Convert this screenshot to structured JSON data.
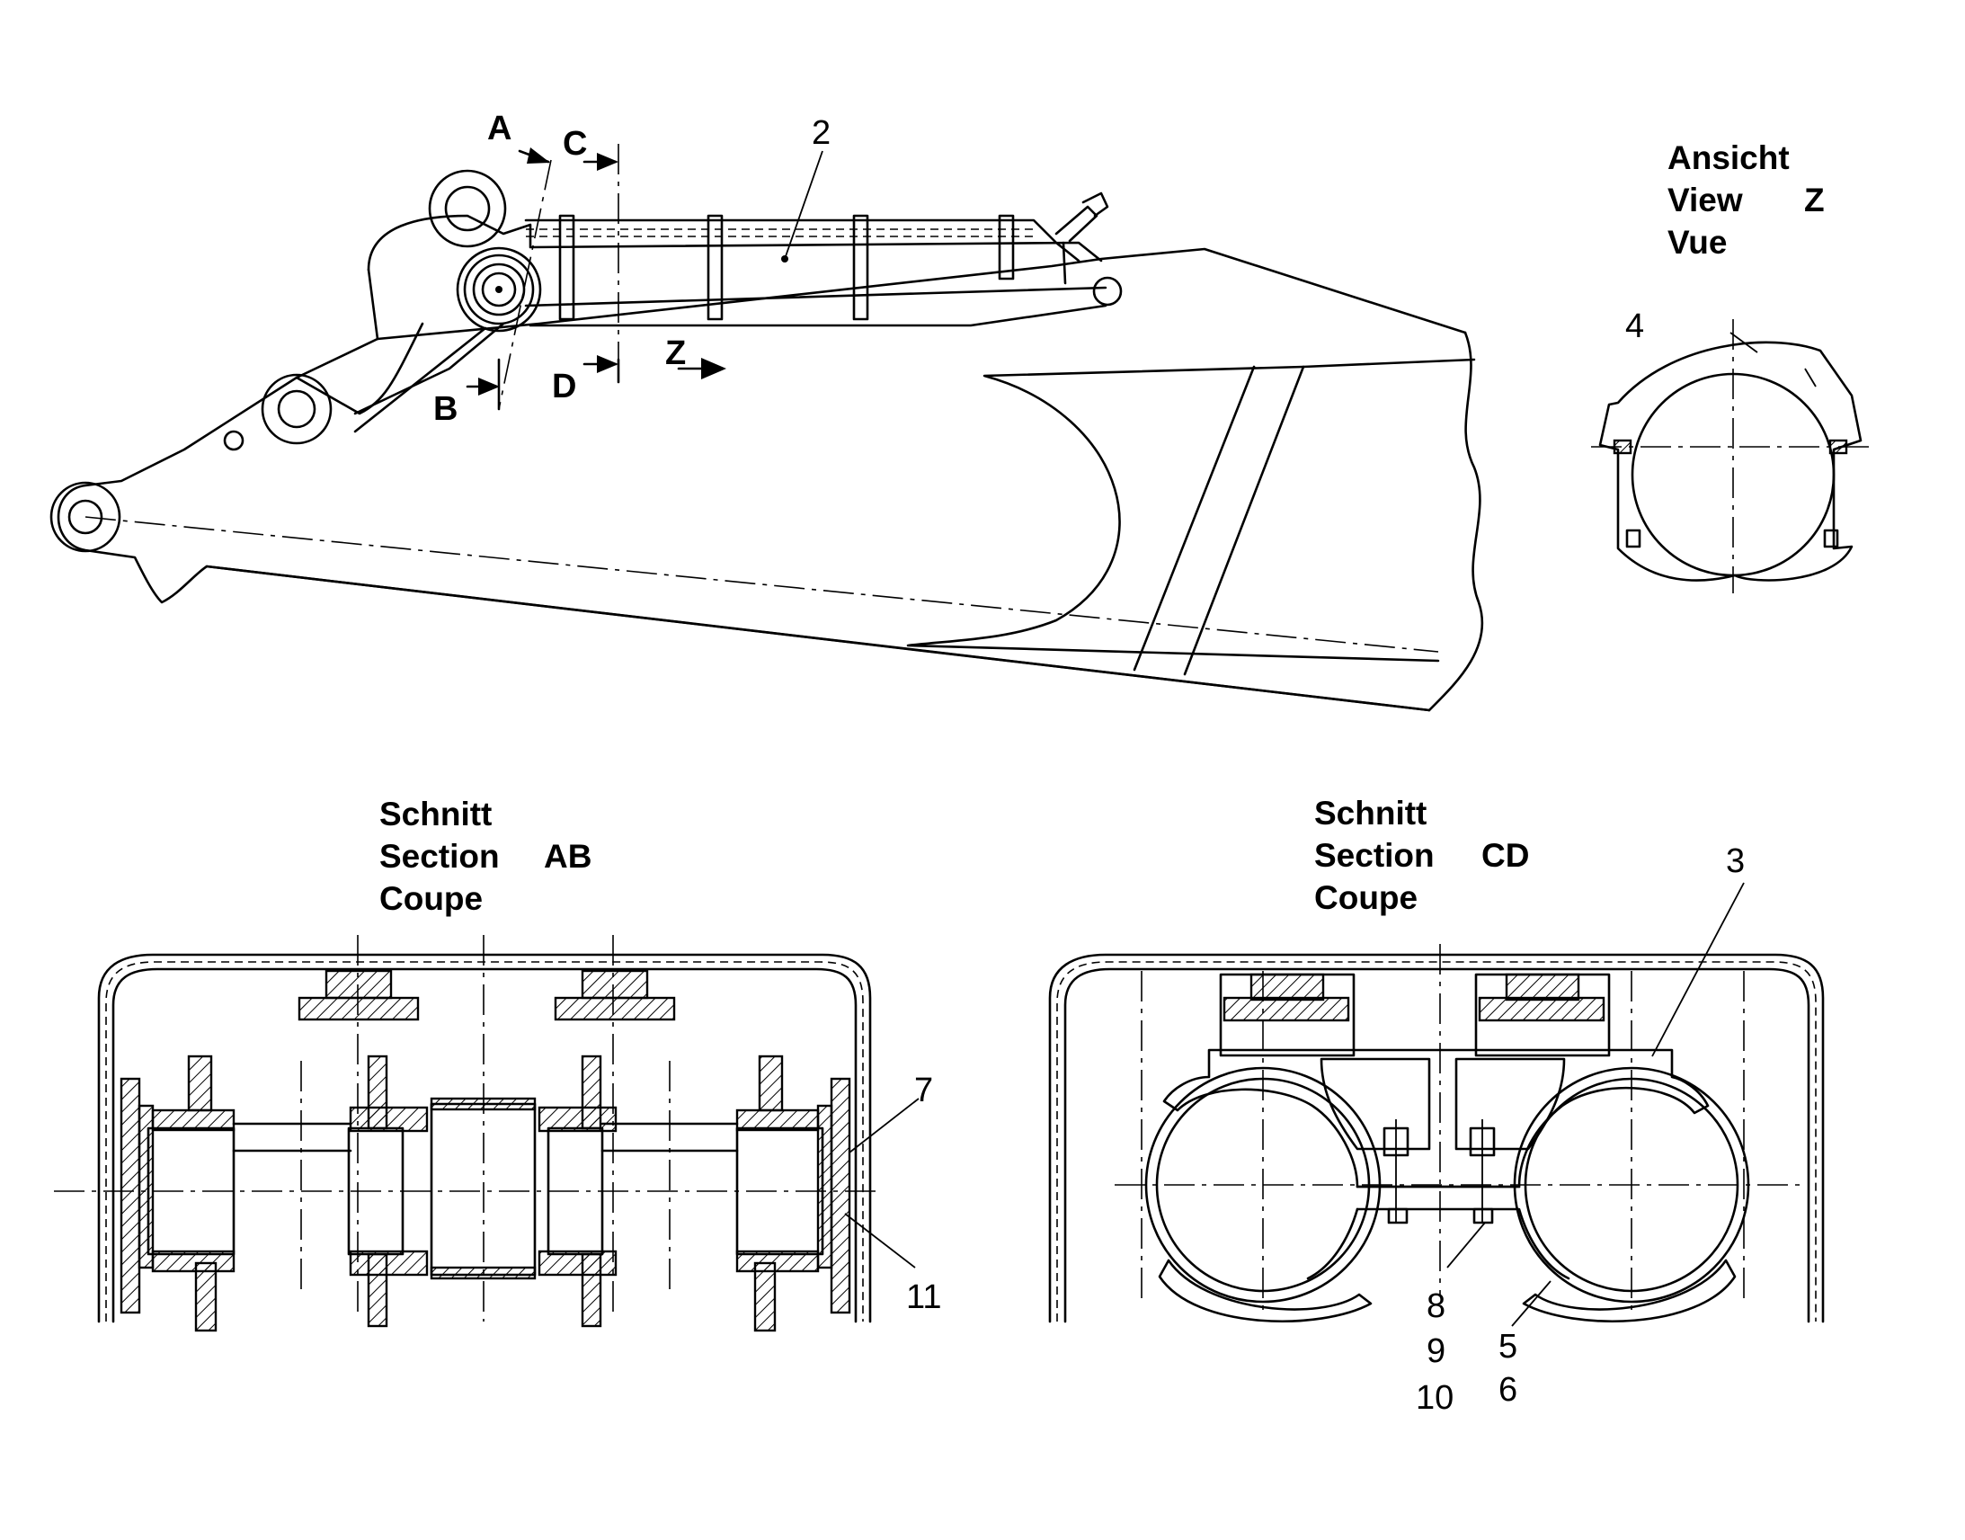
{
  "view_z": {
    "title_lines": [
      "Ansicht",
      "View",
      "Vue"
    ],
    "letter": "Z",
    "callout": "4"
  },
  "section_ab": {
    "title_lines": [
      "Schnitt",
      "Section",
      "Coupe"
    ],
    "letters": "AB",
    "callouts": [
      "7",
      "11"
    ]
  },
  "section_cd": {
    "title_lines": [
      "Schnitt",
      "Section",
      "Coupe"
    ],
    "letters": "CD",
    "callouts": [
      "3",
      "8",
      "9",
      "10",
      "5",
      "6"
    ]
  },
  "main_view": {
    "callout": "2",
    "cut_markers": [
      "A",
      "B",
      "C",
      "D",
      "Z"
    ]
  }
}
